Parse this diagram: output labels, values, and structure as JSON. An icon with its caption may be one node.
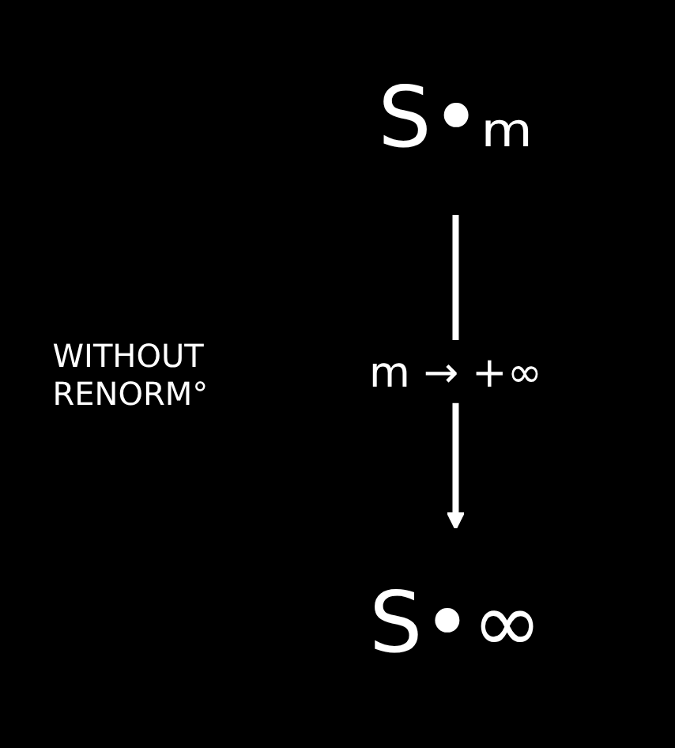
{
  "diagram": {
    "nodes": [
      {
        "text": [
          "S•ₘ"
        ]
      },
      {
        "text": [
          "S•∞"
        ]
      }
    ],
    "edges": [
      {
        "from": 0,
        "to": 1,
        "arrow": "to",
        "label": "m → +∞"
      }
    ],
    "labels": [
      "WITHOUT RENORM°"
    ]
  }
}
